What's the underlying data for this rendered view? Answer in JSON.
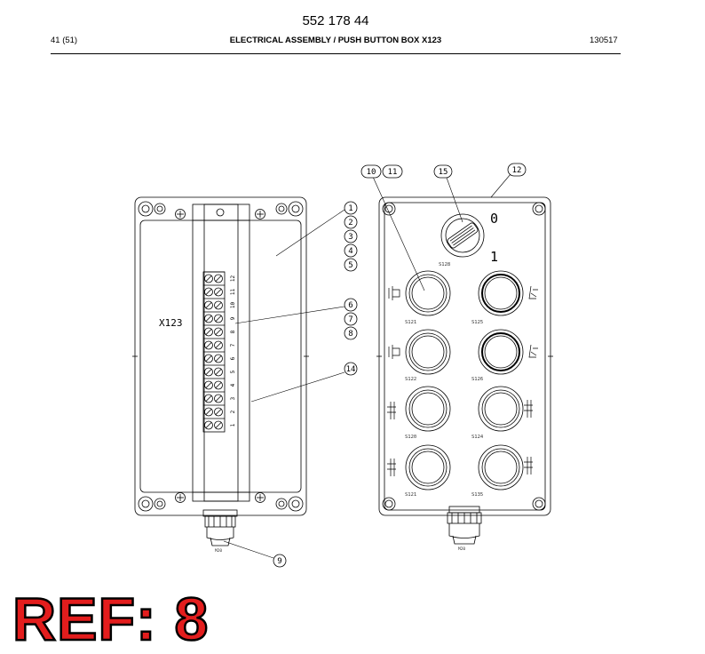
{
  "header": {
    "doc_number": "552 178 44",
    "page": "41 (51)",
    "title": "ELECTRICAL ASSEMBLY / PUSH BUTTON BOX X123",
    "date_code": "130517"
  },
  "drawing": {
    "left_box": {
      "label": "X123",
      "terminal_numbers": [
        "1",
        "2",
        "3",
        "4",
        "5",
        "6",
        "7",
        "8",
        "9",
        "10",
        "11",
        "12"
      ]
    },
    "right_box": {
      "switch_position_0": "0",
      "switch_position_1": "1",
      "component_labels": {
        "selector": "S128",
        "btn_left_1": "S121",
        "btn_right_1": "S125",
        "btn_left_2": "S122",
        "btn_right_2": "S126",
        "btn_left_3": "S120",
        "btn_right_3": "S124",
        "btn_left_4": "S121",
        "btn_right_4": "S135"
      }
    },
    "gland_labels": [
      "M20",
      "M20"
    ],
    "balloons": {
      "b1": "1",
      "b2": "2",
      "b3": "3",
      "b4": "4",
      "b5": "5",
      "b6": "6",
      "b7": "7",
      "b8": "8",
      "b9": "9",
      "b10": "10",
      "b11": "11",
      "b12": "12",
      "b14": "14",
      "b15": "15"
    }
  },
  "ref_stamp": "REF: 8"
}
